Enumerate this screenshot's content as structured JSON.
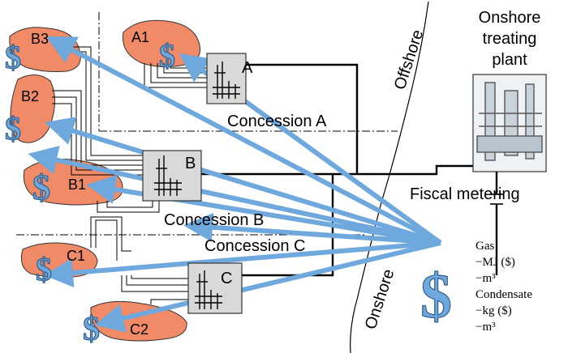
{
  "fields": {
    "b3": "B3",
    "a1": "A1",
    "b2": "B2",
    "b1": "B1",
    "c1": "C1",
    "c2": "C2"
  },
  "platforms": {
    "a": "A",
    "b": "B",
    "c": "C"
  },
  "concessions": {
    "a": "Concession A",
    "b": "Concession B",
    "c": "Concession C"
  },
  "boundary": {
    "offshore": "Offshore",
    "onshore": "Onshore"
  },
  "plant": {
    "line1": "Onshore",
    "line2": "treating",
    "line3": "plant"
  },
  "metering": "Fiscal metering",
  "dollar_symbol": "$",
  "legend": {
    "gas": "Gas",
    "gas_energy": "−MJ ($)",
    "gas_volume": "−m³",
    "condensate": "Condensate",
    "cond_mass": "−kg ($)",
    "cond_volume": "−m³"
  },
  "colors": {
    "field_fill": "#f08a67",
    "arrow": "#6fa8dc",
    "dollar": "#6fa8dc",
    "platform_box": "#d9d9d9"
  }
}
